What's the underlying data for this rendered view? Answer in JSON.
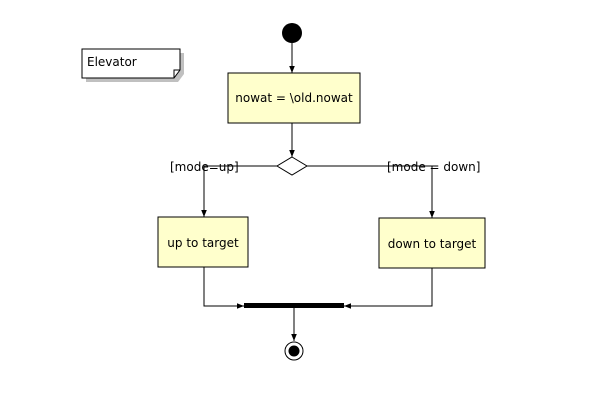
{
  "diagram": {
    "note": "Elevator",
    "actions": {
      "assign": "nowat = \\old.nowat",
      "up": "up to target",
      "down": "down to target"
    },
    "guards": {
      "up": "[mode=up]",
      "down": "[mode = down]"
    }
  },
  "colors": {
    "action_fill": "#ffffcc",
    "note_fill": "#ffffff",
    "note_shadow": "#c0c0c0",
    "line": "#000000"
  },
  "icons": {
    "initial": "initial-node-icon",
    "final": "final-node-icon",
    "decision": "decision-diamond-icon",
    "join": "join-bar-icon"
  }
}
